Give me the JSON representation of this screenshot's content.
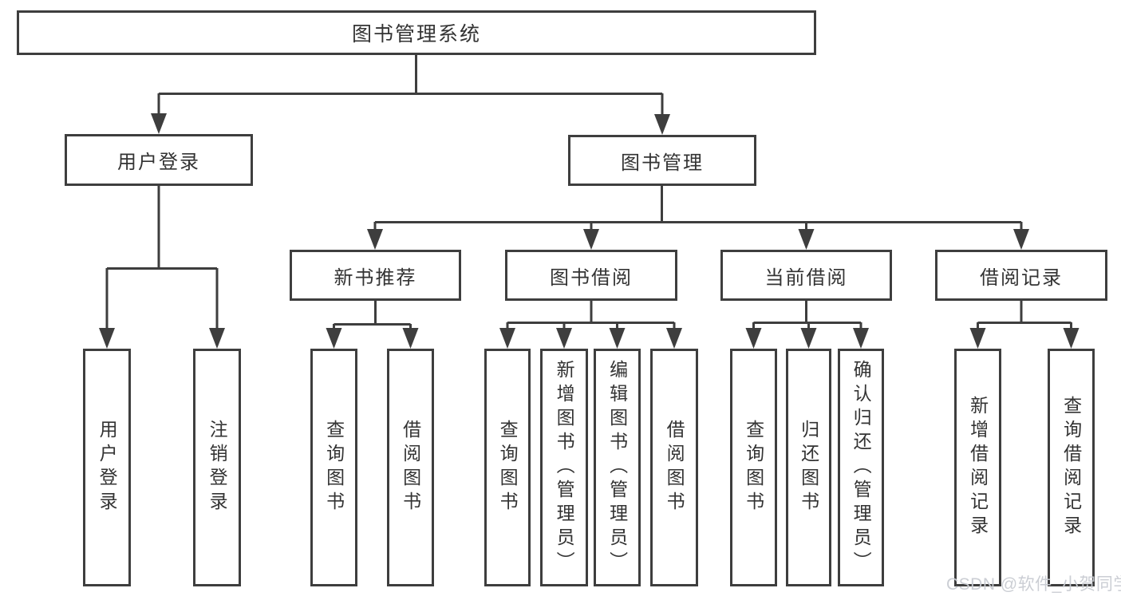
{
  "tree": {
    "label": "图书管理系统",
    "children": [
      {
        "label": "用户登录",
        "children": [
          {
            "label": "用户登录"
          },
          {
            "label": "注销登录"
          }
        ]
      },
      {
        "label": "图书管理",
        "children": [
          {
            "label": "新书推荐",
            "children": [
              {
                "label": "查询图书"
              },
              {
                "label": "借阅图书"
              }
            ]
          },
          {
            "label": "图书借阅",
            "children": [
              {
                "label": "查询图书"
              },
              {
                "label": "新增图书（管理员）"
              },
              {
                "label": "编辑图书（管理员）"
              },
              {
                "label": "借阅图书"
              }
            ]
          },
          {
            "label": "当前借阅",
            "children": [
              {
                "label": "查询图书"
              },
              {
                "label": "归还图书"
              },
              {
                "label": "确认归还（管理员）"
              }
            ]
          },
          {
            "label": "借阅记录",
            "children": [
              {
                "label": "新增借阅记录"
              },
              {
                "label": "查询借阅记录"
              }
            ]
          }
        ]
      }
    ]
  },
  "watermark": {
    "text": "CSDN @软件_小贺同学"
  },
  "colors": {
    "line": "#3e3e3e",
    "text": "#333333",
    "bg": "#ffffff",
    "watermark": "#c9ccd2"
  }
}
